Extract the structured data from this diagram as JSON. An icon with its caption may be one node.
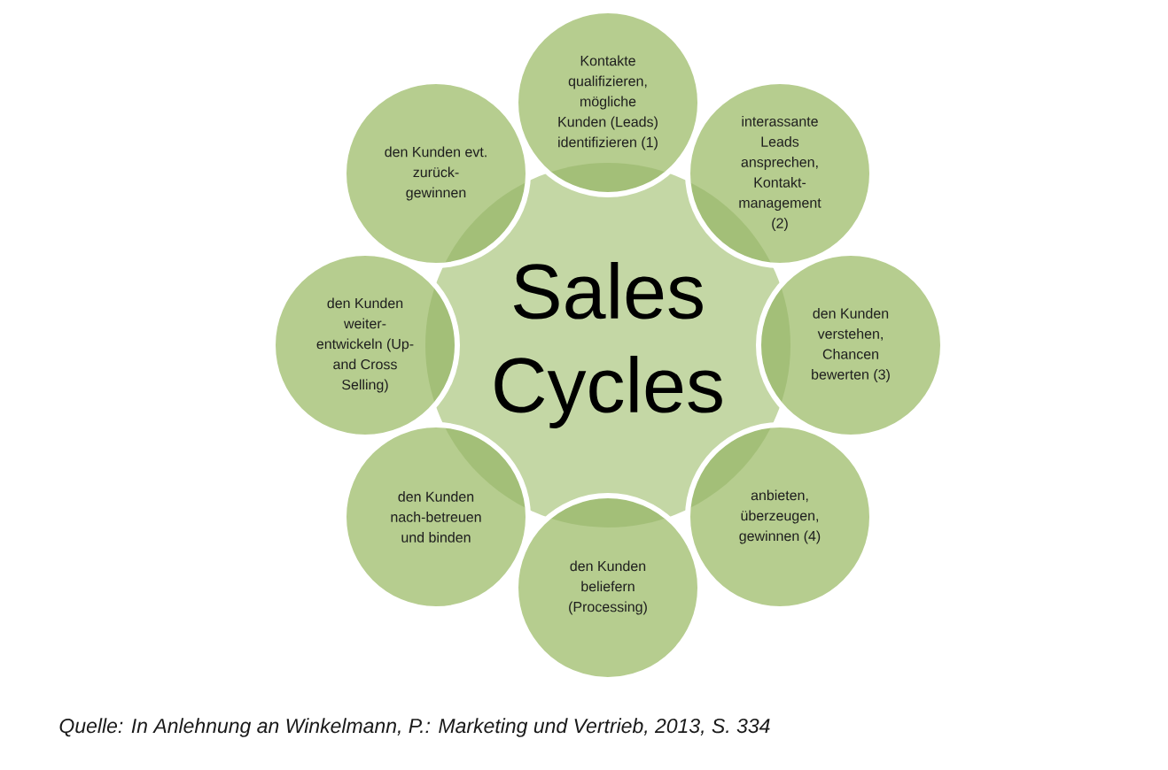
{
  "diagram": {
    "nodes": [
      {
        "text": [
          "Sales Cycles"
        ]
      },
      {
        "text": [
          "Kontakte qualifizieren, mögliche Kunden (Leads) identifizieren (1)"
        ]
      },
      {
        "text": [
          "interassante Leads ansprechen, Kontakt- management (2)"
        ]
      },
      {
        "text": [
          "den Kunden verstehen, Chancen bewerten (3)"
        ]
      },
      {
        "text": [
          "anbieten, überzeugen, gewinnen (4)"
        ]
      },
      {
        "text": [
          "den Kunden beliefern (Processing)"
        ]
      },
      {
        "text": [
          "den Kunden nach-betreuen und binden"
        ]
      },
      {
        "text": [
          "den Kunden weiter- entwickeln (Up- and Cross Selling)"
        ]
      },
      {
        "text": [
          "den Kunden evt. zurück- gewinnen"
        ]
      }
    ],
    "caption": "Quelle: In Anlehnung an Winkelmann, P.: Marketing und Vertrieb, 2013, S. 334"
  }
}
